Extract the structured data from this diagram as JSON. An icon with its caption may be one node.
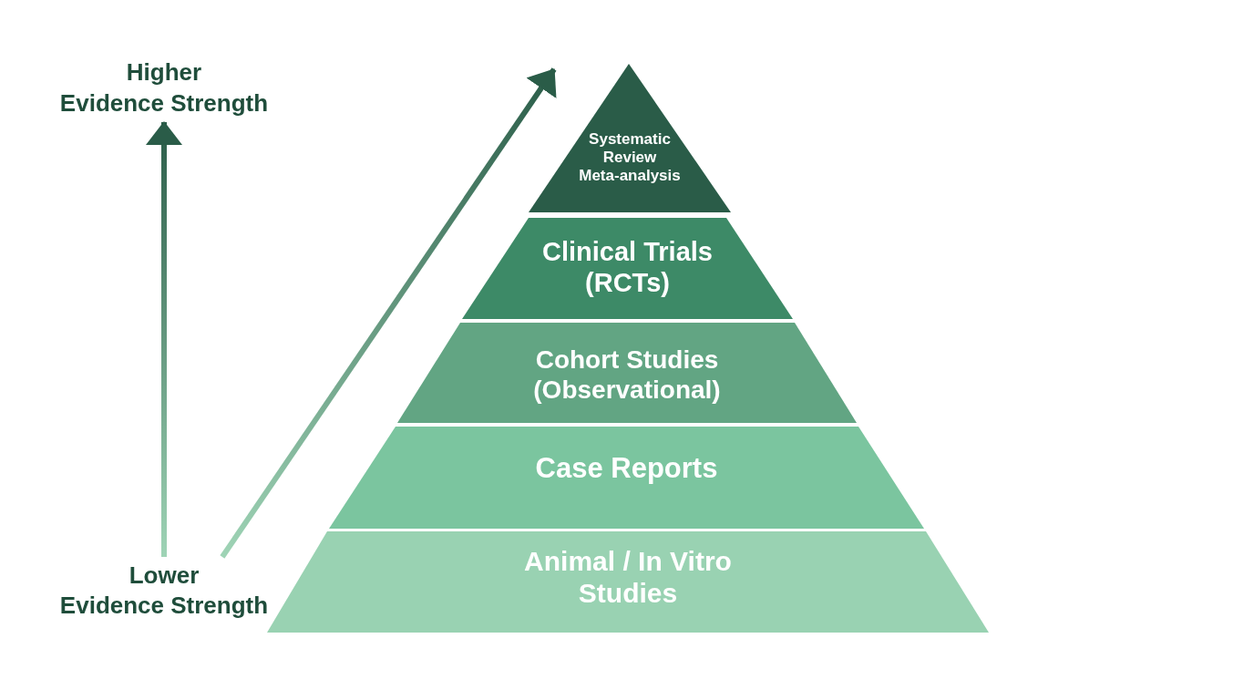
{
  "diagram": {
    "nodes": [
      {
        "text": [
          "Higher Evidence Strength"
        ]
      },
      {
        "text": [
          "Systematic Review Meta-analysis"
        ]
      },
      {
        "text": [
          "Clinical Trials (RCTs)"
        ]
      },
      {
        "text": [
          "Cohort Studies (Observational)"
        ]
      },
      {
        "text": [
          "Case Reports"
        ]
      },
      {
        "text": [
          "Animal / In Vitro Studies"
        ]
      },
      {
        "text": [
          "Lower Evidence Strength"
        ]
      }
    ],
    "edges": [
      {
        "from": 6,
        "to": 0,
        "arrow": "to"
      },
      {
        "from": 6,
        "to": null,
        "arrow": "to"
      }
    ]
  }
}
